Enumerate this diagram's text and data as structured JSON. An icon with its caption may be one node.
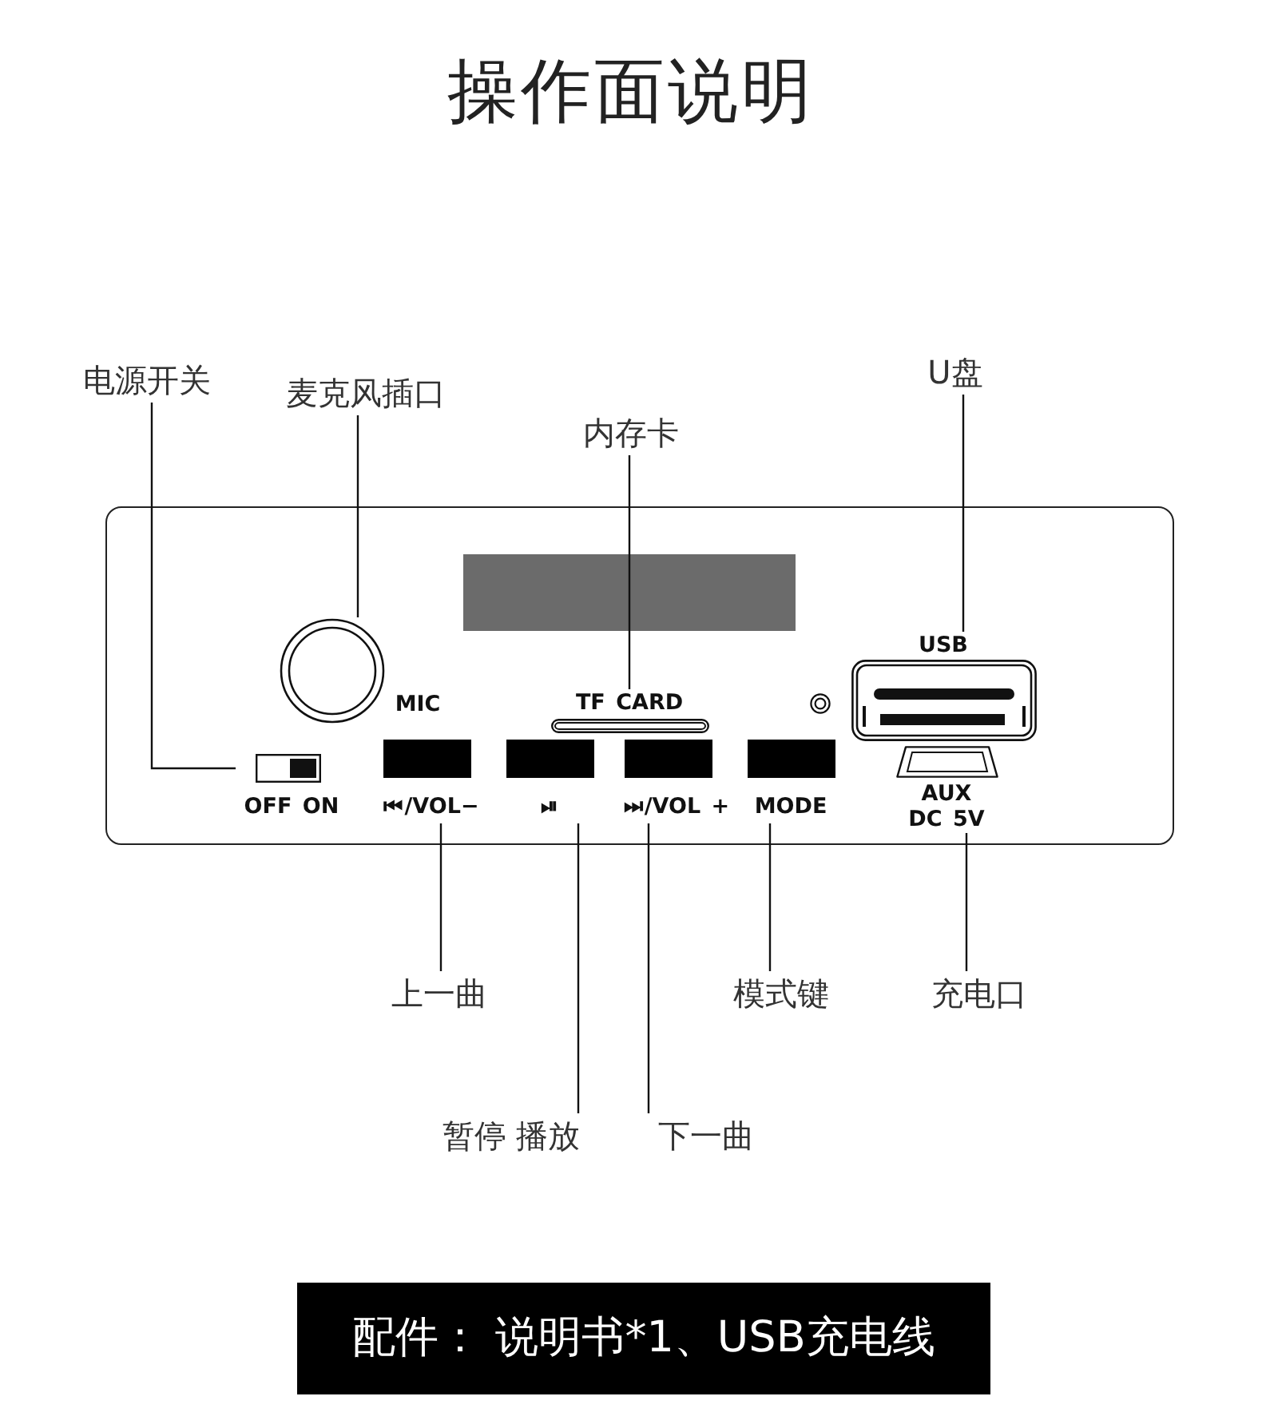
{
  "diagram": {
    "title": "操作面说明",
    "caption": "配件： 说明书*1、USB充电线",
    "nodes": [
      {
        "text": [
          "电源开关"
        ]
      },
      {
        "text": [
          "麦克风插口"
        ]
      },
      {
        "text": [
          "U盘"
        ]
      },
      {
        "text": [
          "内存卡"
        ]
      },
      {
        "text": [],
        "shape": "box"
      },
      {
        "text": [],
        "shape": "box",
        "in": 4
      },
      {
        "text": [],
        "shape": "circle",
        "in": 4,
        "beside": [
          "MIC"
        ]
      },
      {
        "text": [],
        "shape": "bar",
        "in": 4,
        "beside": [
          "TF CARD"
        ]
      },
      {
        "text": [],
        "shape": "box",
        "in": 4,
        "beside": [
          "USB"
        ]
      },
      {
        "text": [],
        "shape": "box",
        "in": 4,
        "beside": [
          "OFF ON"
        ]
      },
      {
        "text": [],
        "shape": "box",
        "in": 4,
        "beside": [
          "⏮/VOL−"
        ]
      },
      {
        "text": [],
        "shape": "box",
        "in": 4,
        "beside": [
          "⏯"
        ]
      },
      {
        "text": [],
        "shape": "box",
        "in": 4,
        "beside": [
          "⏭/VOL +"
        ]
      },
      {
        "text": [],
        "shape": "box",
        "in": 4,
        "beside": [
          "MODE"
        ]
      },
      {
        "text": [],
        "shape": "box",
        "in": 4,
        "beside": [
          "AUX DC 5V"
        ]
      },
      {
        "text": [
          "上一曲"
        ]
      },
      {
        "text": [
          "模式键"
        ]
      },
      {
        "text": [
          "充电口"
        ]
      },
      {
        "text": [
          "暂停 播放"
        ]
      },
      {
        "text": [
          "下一曲"
        ]
      }
    ],
    "edges": [
      {
        "from": 0,
        "to": 9,
        "arrow": "none"
      },
      {
        "from": 1,
        "to": 6,
        "arrow": "none"
      },
      {
        "from": 3,
        "to": 7,
        "arrow": "none"
      },
      {
        "from": 2,
        "to": 8,
        "arrow": "none"
      },
      {
        "from": 15,
        "to": 10,
        "arrow": "none"
      },
      {
        "from": 18,
        "to": 11,
        "arrow": "none"
      },
      {
        "from": 19,
        "to": 12,
        "arrow": "none"
      },
      {
        "from": 16,
        "to": 13,
        "arrow": "none"
      },
      {
        "from": 17,
        "to": 14,
        "arrow": "none"
      }
    ]
  }
}
